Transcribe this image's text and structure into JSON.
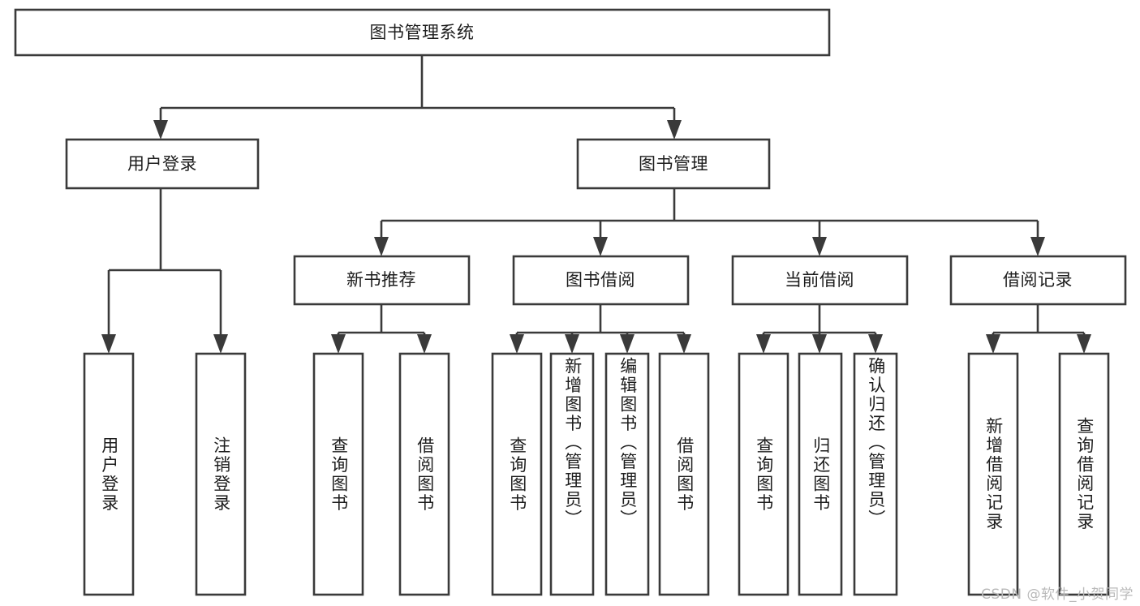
{
  "diagram": {
    "title": "图书管理系统",
    "type": "tree-hierarchy",
    "orientation": "top-down",
    "watermark": "CSDN @软件_小贺同学",
    "colors": {
      "background": "#ffffff",
      "box_fill": "#ffffff",
      "box_stroke": "#3a3a3a",
      "edge": "#3a3a3a",
      "text": "#1d1d1d",
      "watermark": "#b9b9b9"
    }
  },
  "root": {
    "label": "图书管理系统"
  },
  "level1": [
    {
      "label": "用户登录"
    },
    {
      "label": "图书管理"
    }
  ],
  "level2": [
    {
      "label": "新书推荐"
    },
    {
      "label": "图书借阅"
    },
    {
      "label": "当前借阅"
    },
    {
      "label": "借阅记录"
    }
  ],
  "leaves": {
    "user_login": [
      {
        "label": "用户登录"
      },
      {
        "label": "注销登录"
      }
    ],
    "new_book_recommend": [
      {
        "label": "查询图书"
      },
      {
        "label": "借阅图书"
      }
    ],
    "book_borrow": [
      {
        "label": "查询图书"
      },
      {
        "label": "新增图书（管理员）"
      },
      {
        "label": "编辑图书（管理员）"
      },
      {
        "label": "借阅图书"
      }
    ],
    "current_borrow": [
      {
        "label": "查询图书"
      },
      {
        "label": "归还图书"
      },
      {
        "label": "确认归还（管理员）"
      }
    ],
    "borrow_records": [
      {
        "label": "新增借阅记录"
      },
      {
        "label": "查询借阅记录"
      }
    ]
  }
}
